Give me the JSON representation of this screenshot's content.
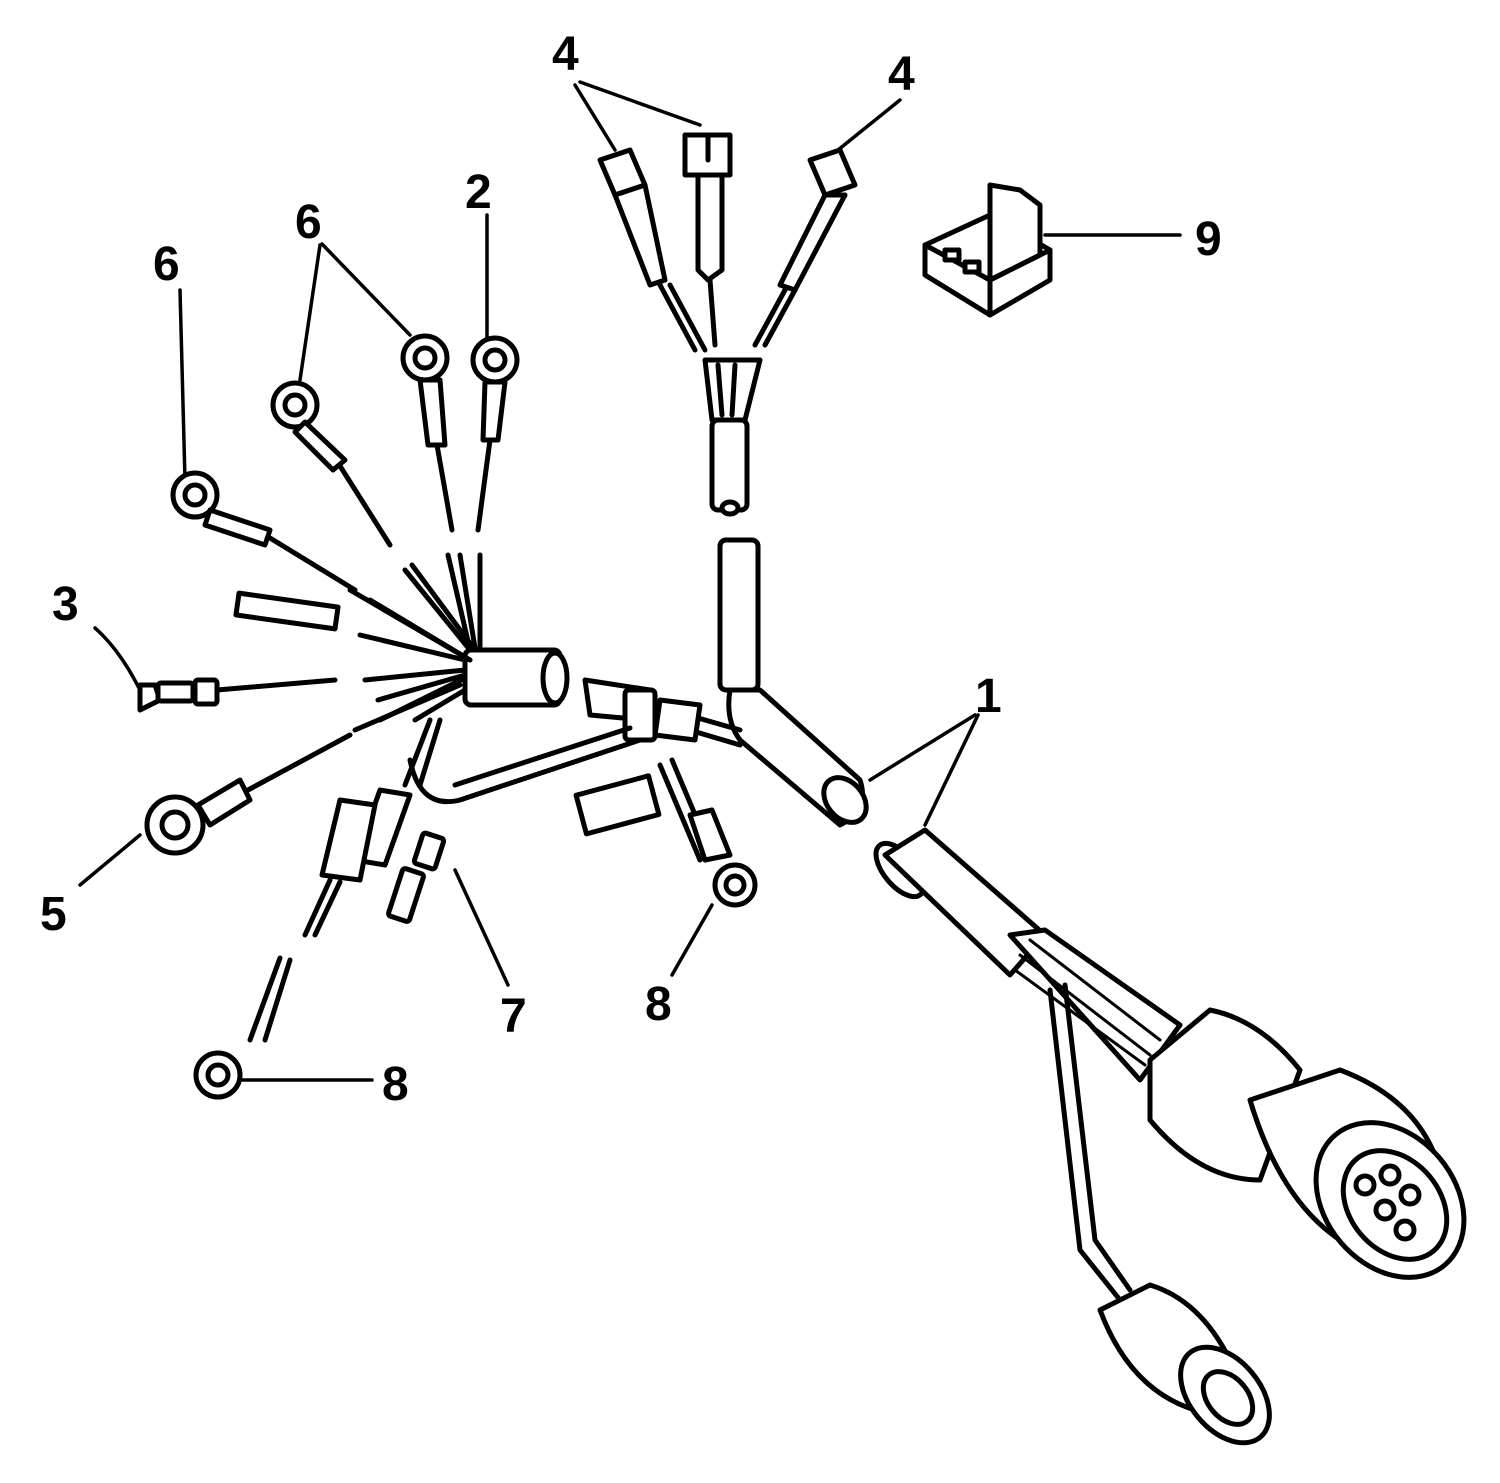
{
  "colors": {
    "ink": "#000000",
    "paper": "#ffffff"
  },
  "callouts": [
    {
      "id": "c1",
      "text": "1"
    },
    {
      "id": "c2",
      "text": "2"
    },
    {
      "id": "c3",
      "text": "3"
    },
    {
      "id": "c4a",
      "text": "4"
    },
    {
      "id": "c4b",
      "text": "4"
    },
    {
      "id": "c5",
      "text": "5"
    },
    {
      "id": "c6a",
      "text": "6"
    },
    {
      "id": "c6b",
      "text": "6"
    },
    {
      "id": "c7",
      "text": "7"
    },
    {
      "id": "c8a",
      "text": "8"
    },
    {
      "id": "c8b",
      "text": "8"
    },
    {
      "id": "c9",
      "text": "9"
    }
  ]
}
